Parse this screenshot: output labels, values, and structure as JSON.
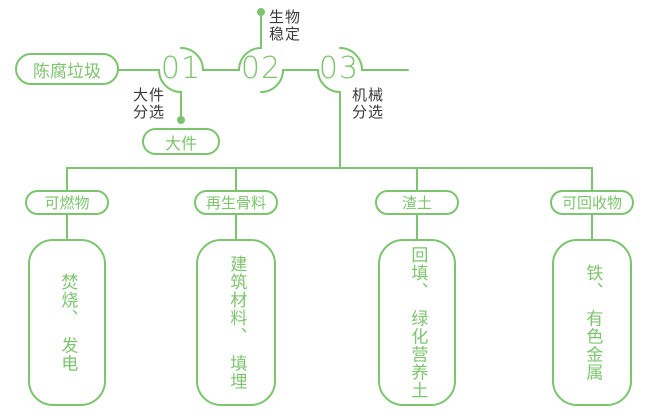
{
  "colors": {
    "green": "#7CC46D",
    "text_dark": "#3A3A3A",
    "background": "#FFFFFF"
  },
  "source": {
    "label": "陈腐垃圾"
  },
  "steps": [
    {
      "number": "01",
      "label": "大件分选",
      "output": "大件"
    },
    {
      "number": "02",
      "label": "生物稳定"
    },
    {
      "number": "03",
      "label": "机械分选"
    }
  ],
  "branches": [
    {
      "category": "可燃物",
      "outcome": "焚烧、　发电"
    },
    {
      "category": "再生骨料",
      "outcome": "建筑材料、　填埋"
    },
    {
      "category": "渣土",
      "outcome": "回填、　绿化营养土"
    },
    {
      "category": "可回收物",
      "outcome": "铁、　有色金属"
    }
  ]
}
